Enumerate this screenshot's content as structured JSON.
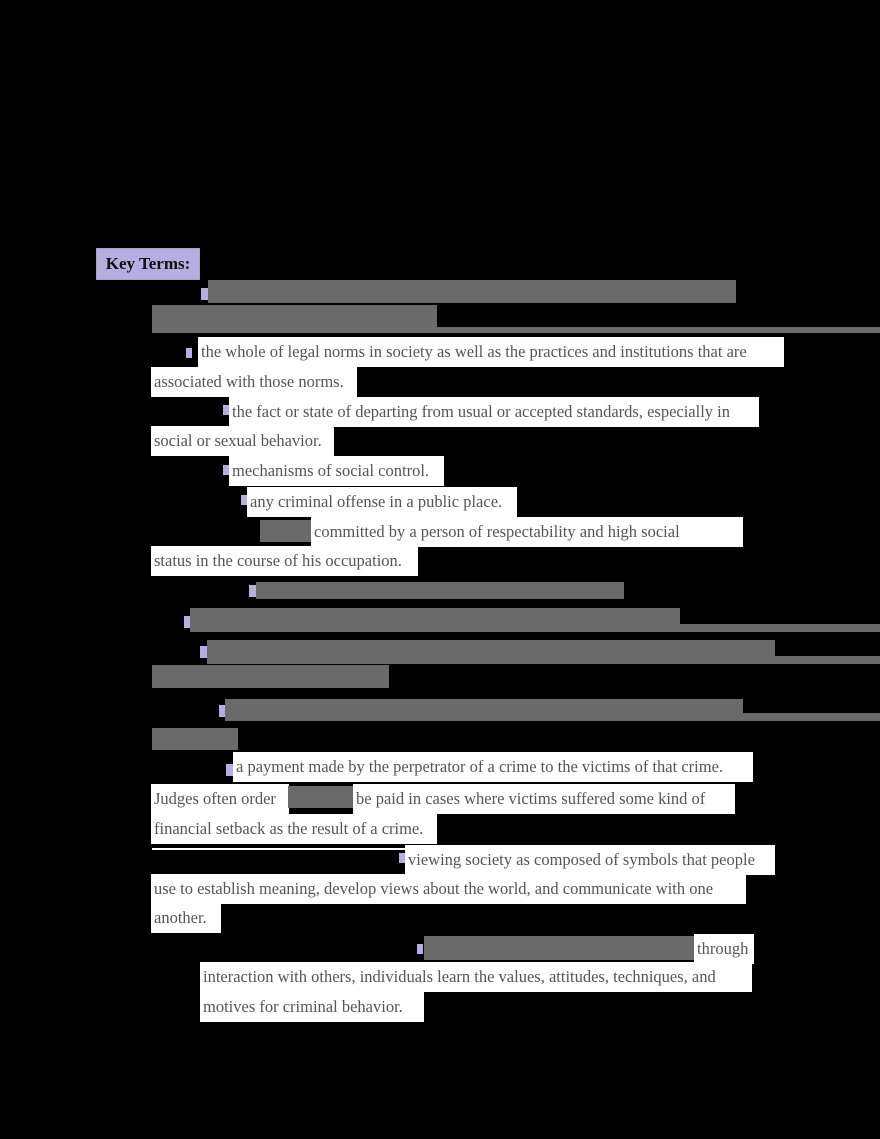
{
  "document": {
    "heading": "Key Terms:",
    "colors": {
      "heading_bg": "#b4afe0",
      "redaction": "#6a6a6a",
      "text": "#555555",
      "background": "#000000"
    },
    "terms": [
      {
        "term": "[redacted]",
        "definition": "[redacted]"
      },
      {
        "term": "[redacted]",
        "definition_lines": [
          "the whole of legal norms in society as well as the practices and institutions that are",
          "associated with those norms."
        ]
      },
      {
        "term": "[redacted]",
        "definition_lines": [
          "the fact or state of departing from usual or accepted standards, especially in",
          "social or sexual behavior."
        ]
      },
      {
        "term": "[redacted]",
        "definition_lines": [
          "mechanisms of social control."
        ]
      },
      {
        "term": "[redacted]",
        "definition_lines": [
          "any criminal offense in a public place."
        ]
      },
      {
        "term": "[redacted]",
        "definition_lines": [
          "committed by a person of respectability and high social",
          "status in the course of his occupation."
        ]
      },
      {
        "term": "[redacted]",
        "definition": "[redacted]"
      },
      {
        "term": "[redacted]",
        "definition": "[redacted]"
      },
      {
        "term": "[redacted]",
        "definition": "[redacted]"
      },
      {
        "term": "[redacted]",
        "definition": "[redacted]"
      },
      {
        "term": "[redacted]",
        "definition_lines": [
          "a payment made by the perpetrator of a crime to the victims of that crime.",
          "Judges often order",
          "be paid in cases where victims suffered some kind of",
          "financial setback as the result of a crime."
        ]
      },
      {
        "term": "[redacted]",
        "definition_lines": [
          "viewing society as composed of symbols that people",
          "use to establish meaning, develop views about the world, and communicate with one",
          "another."
        ]
      },
      {
        "term": "[redacted]",
        "definition_lines": [
          "through",
          "interaction with others, individuals learn the values, attitudes, techniques, and",
          "motives for criminal behavior."
        ]
      }
    ]
  }
}
